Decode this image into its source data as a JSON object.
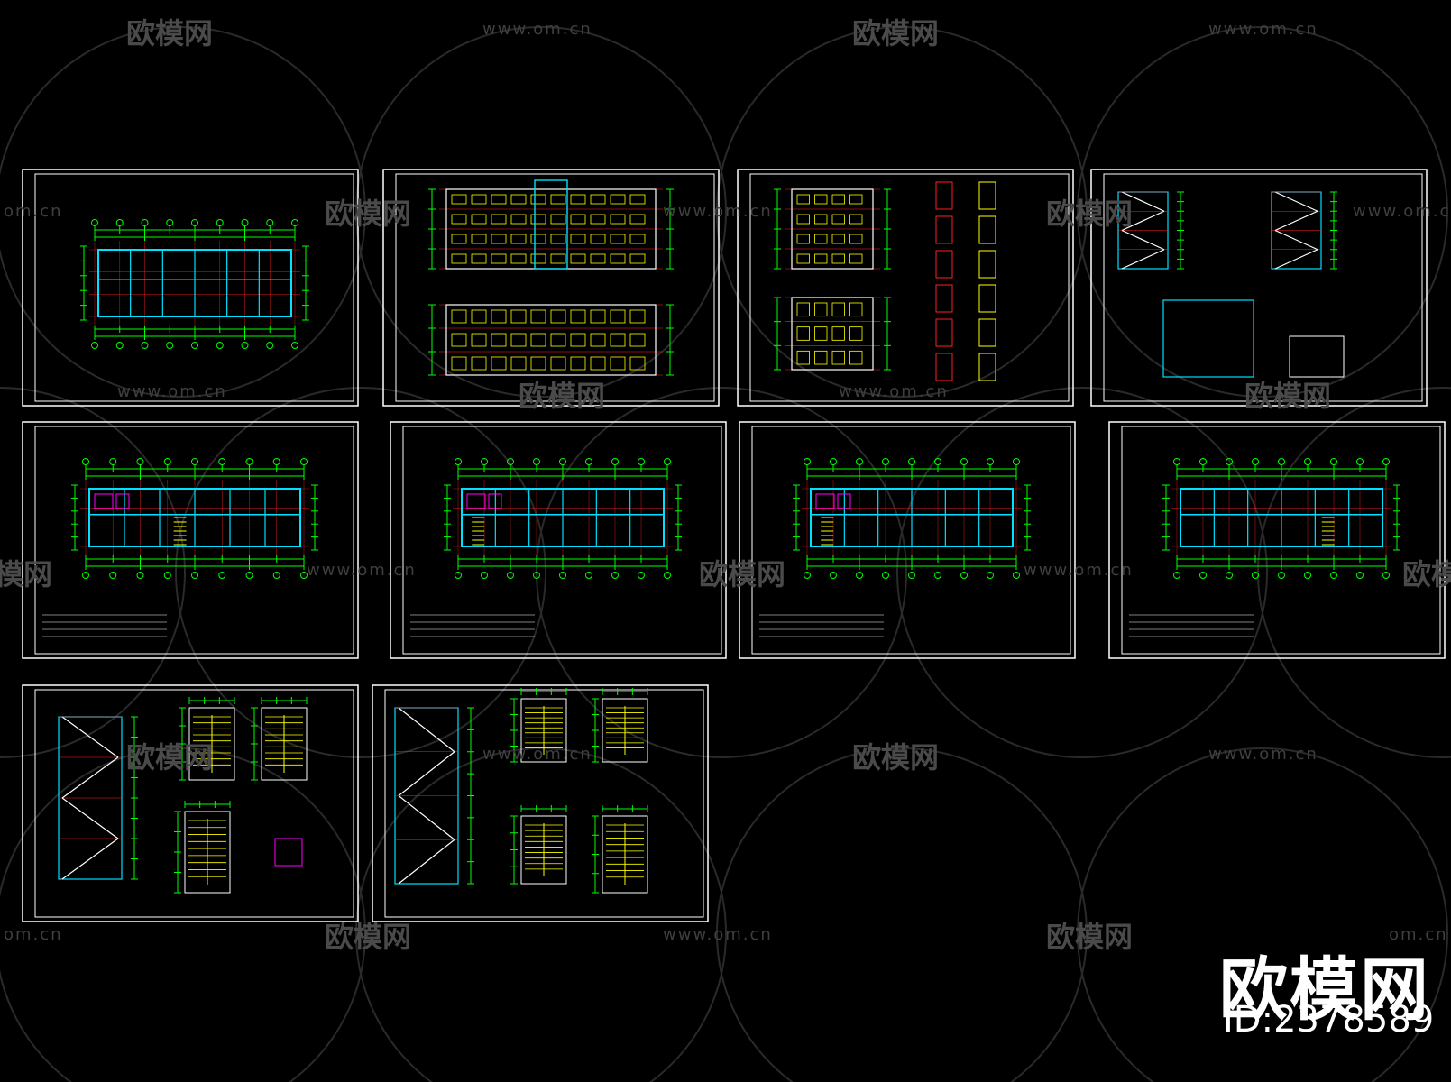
{
  "watermark": {
    "brand": "欧模网",
    "url": "www.om.cn",
    "url_partial": "om.cn",
    "brand_partial": "模网",
    "brand_partial2": "欧模",
    "color": "#444444"
  },
  "badge": {
    "brand": "欧模网",
    "id_text": "ID:2378589",
    "color": "#ffffff"
  },
  "colors": {
    "background": "#000000",
    "frame": "#ffffff",
    "dimension": "#00ff00",
    "axis": "#ff2020",
    "wall": "#00e0ff",
    "stair": "#ffff00",
    "detail": "#ff00ff"
  },
  "sheets": [
    {
      "type": "roof-plan"
    },
    {
      "type": "elevations-front-back"
    },
    {
      "type": "elevations-side-details"
    },
    {
      "type": "sections"
    },
    {
      "type": "floor-plan-1"
    },
    {
      "type": "floor-plan-2"
    },
    {
      "type": "floor-plan-3"
    },
    {
      "type": "floor-plan-4"
    },
    {
      "type": "stair-details-a"
    },
    {
      "type": "stair-details-b"
    }
  ]
}
